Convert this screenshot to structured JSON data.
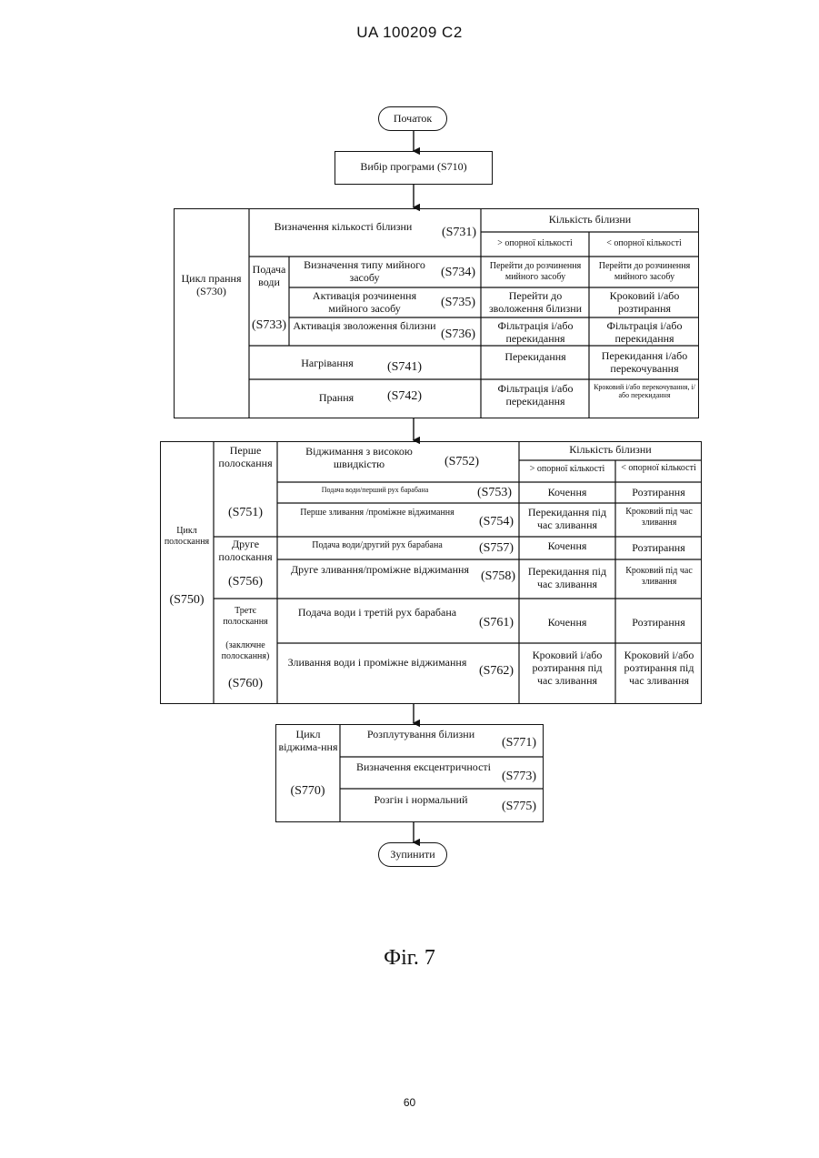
{
  "header": "UA   100209   C2",
  "page_number": "60",
  "figure_caption": "Фіг. 7",
  "start": "Початок",
  "stop": "Зупинити",
  "program_select": "Вибір програми (S710)",
  "wash": {
    "cycle": "Цикл прання",
    "cycle_code": "(S730)",
    "detect": "Визначення кількості білизни",
    "detect_code": "(S731)",
    "qty_header": "Кількість білизни",
    "col_more": "> опорної кількості",
    "col_less": "< опорної кількості",
    "water": "Подача води",
    "water_code": "(S733)",
    "rows": [
      {
        "label": "Визначення типу мийного засобу",
        "code": "(S734)",
        "more": "Перейти до розчинення мийного засобу",
        "less": "Перейти до розчинення мийного засобу"
      },
      {
        "label": "Активація розчинення мийного засобу",
        "code": "(S735)",
        "more": "Перейти до зволоження білизни",
        "less": "Кроковий і/або розтирання"
      },
      {
        "label": "Активація зволоження білизни",
        "code": "(S736)",
        "more": "Фільтрація і/або перекидання",
        "less": "Фільтрація і/або перекидання"
      },
      {
        "label": "Нагрівання",
        "code": "(S741)",
        "more": "Перекидання",
        "less": "Перекидання і/або перекочування"
      },
      {
        "label": "Прання",
        "code": "(S742)",
        "more": "Фільтрація і/або перекидання",
        "less": "Кроковий і/або перекочування, і/або перекидання"
      }
    ]
  },
  "rinse": {
    "cycle": "Цикл полоскання",
    "cycle_code": "(S750)",
    "qty_header": "Кількість білизни",
    "col_more": "> опорної кількості",
    "col_less": "< опорної кількості",
    "first": "Перше полоскання",
    "first_code": "(S751)",
    "second": "Друге полоскання",
    "second_code": "(S756)",
    "third": "Третє полоскання",
    "third_note": "(заключне полоскання)",
    "third_code": "(S760)",
    "spin_high": "Віджимання з високою швидкістю",
    "spin_high_code": "(S752)",
    "rows": [
      {
        "label": "Подача води/перший рух барабана",
        "code": "(S753)",
        "more": "Кочення",
        "less": "Розтирання"
      },
      {
        "label": "Перше зливання /проміжне віджимання",
        "code": "(S754)",
        "more": "Перекидання під час зливання",
        "less": "Кроковий під час зливання"
      },
      {
        "label": "Подача води/другий рух барабана",
        "code": "(S757)",
        "more": "Кочення",
        "less": "Розтирання"
      },
      {
        "label": "Друге зливання/проміжне віджимання",
        "code": "(S758)",
        "more": "Перекидання під час зливання",
        "less": "Кроковий під час зливання"
      },
      {
        "label": "Подача води і третій рух барабана",
        "code": "(S761)",
        "more": "Кочення",
        "less": "Розтирання"
      },
      {
        "label": "Зливання води і проміжне віджимання",
        "code": "(S762)",
        "more": "Кроковий і/або розтирання під час зливання",
        "less": "Кроковий і/або розтирання під час зливання"
      }
    ]
  },
  "spin": {
    "cycle": "Цикл віджима-ння",
    "cycle_code": "(S770)",
    "rows": [
      {
        "label": "Розплутування білизни",
        "code": "(S771)"
      },
      {
        "label": "Визначення ексцентричності",
        "code": "(S773)"
      },
      {
        "label": "Розгін і нормальний",
        "code": "(S775)"
      }
    ]
  }
}
